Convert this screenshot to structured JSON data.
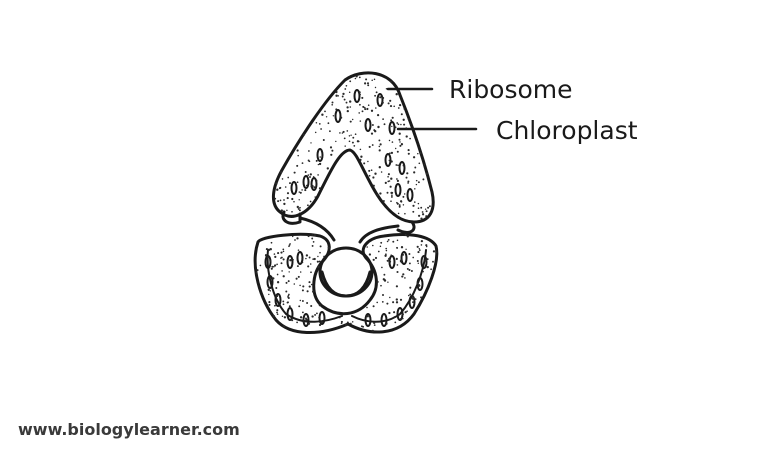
{
  "labels": {
    "ribosome": "Ribosome",
    "chloroplast": "Chloroplast"
  },
  "watermark": "www.biologylearner.com",
  "colors": {
    "ink": "#1a1a1a",
    "background": "#ffffff",
    "stipple": "#2a2a2a"
  }
}
